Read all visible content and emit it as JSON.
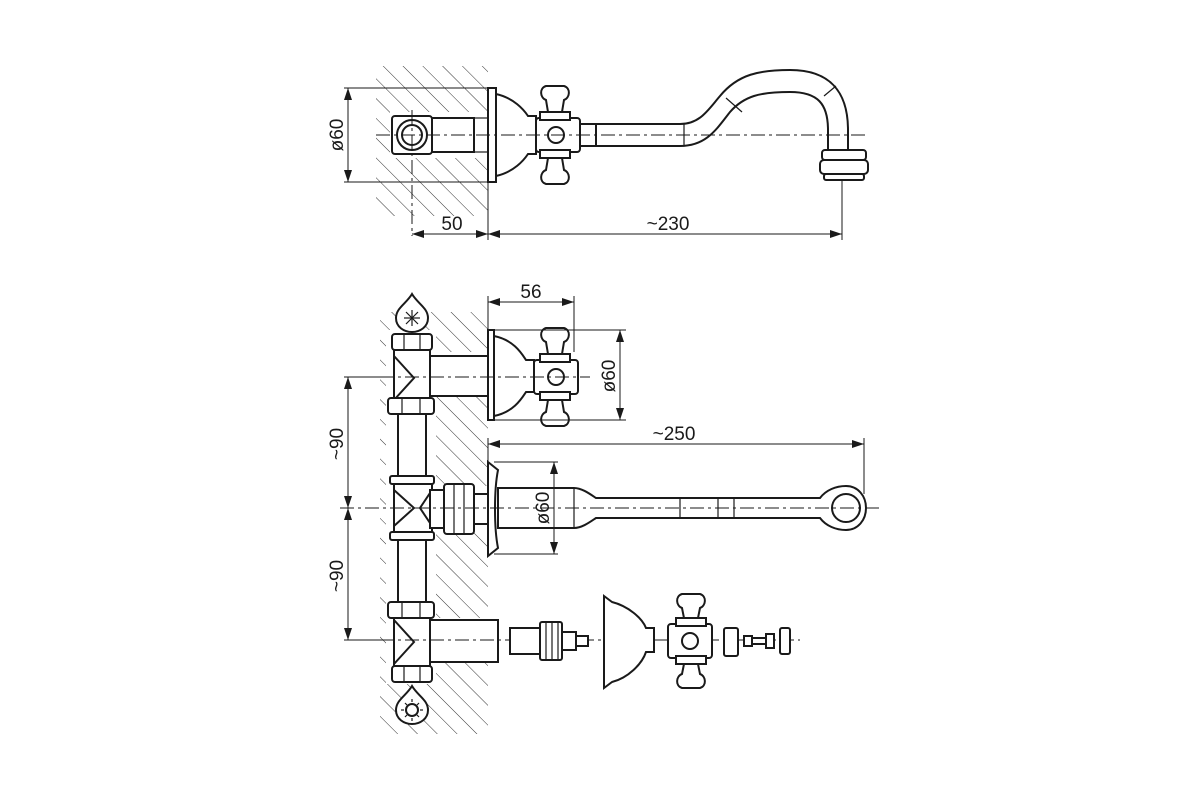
{
  "dimensions": {
    "top_diameter": "ø60",
    "top_depth": "50",
    "top_length": "~230",
    "handle_width": "56",
    "handle_diameter": "ø60",
    "spout_length": "~250",
    "spout_diameter": "ø60",
    "spacing_upper": "~90",
    "spacing_lower": "~90"
  },
  "icons": {
    "cold_inlet": "snowflake-drop-icon",
    "hot_inlet": "sun-drop-icon"
  }
}
